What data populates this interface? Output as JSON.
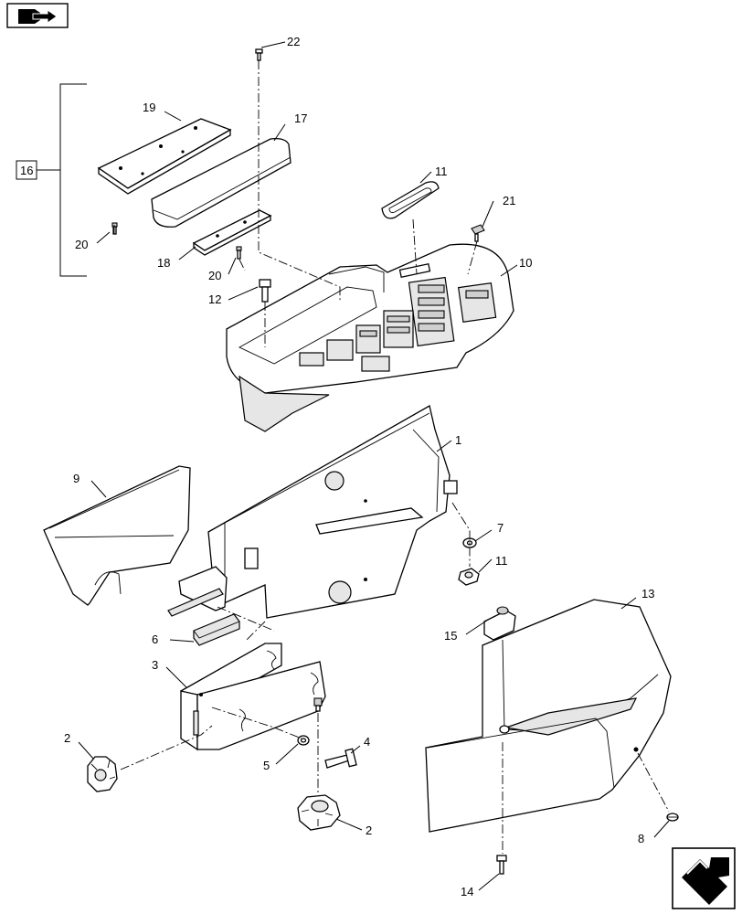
{
  "colors": {
    "line": "#000000",
    "shade": "#e6e6e6",
    "background": "#ffffff"
  },
  "icons": {
    "top_left": "book-arrow-icon",
    "bottom_right": "next-page-arrow-icon"
  },
  "callouts": {
    "c1": "1",
    "c2a": "2",
    "c2b": "2",
    "c3": "3",
    "c4": "4",
    "c5": "5",
    "c6": "6",
    "c7": "7",
    "c8": "8",
    "c9": "9",
    "c10": "10",
    "c11a": "11",
    "c11b": "11",
    "c12": "12",
    "c13": "13",
    "c14": "14",
    "c15": "15",
    "c16": "16",
    "c17": "17",
    "c18": "18",
    "c19": "19",
    "c20a": "20",
    "c20b": "20",
    "c21": "21",
    "c22": "22"
  }
}
